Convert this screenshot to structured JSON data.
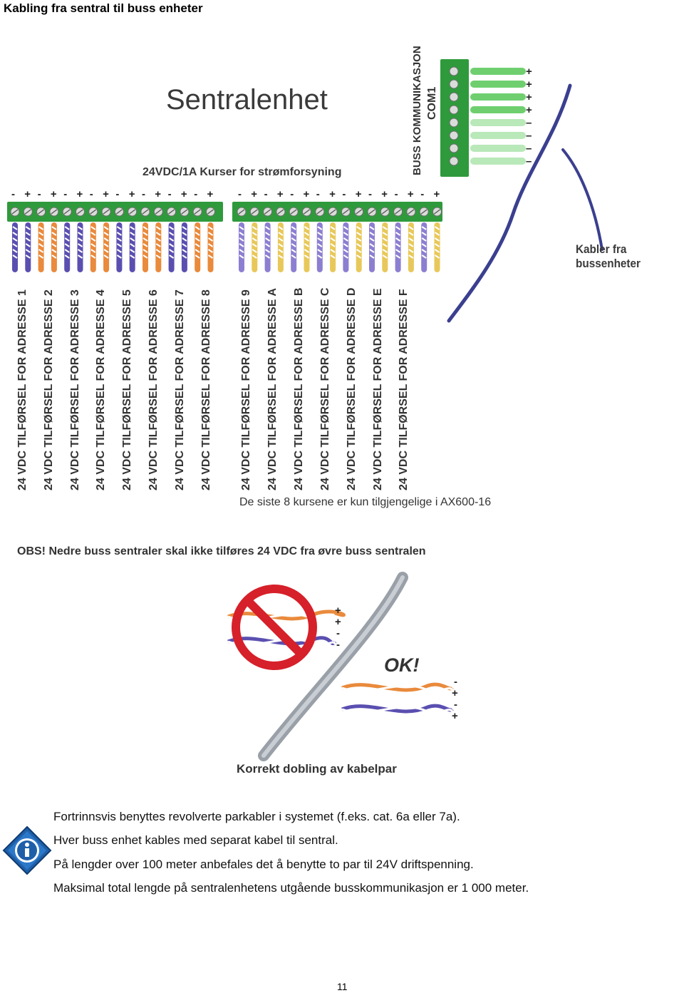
{
  "page": {
    "title": "Kabling fra sentral til buss enheter",
    "page_number": "11"
  },
  "diagram": {
    "central_title": "Sentralenhet",
    "power_label": "24VDC/1A Kurser for strømforsyning",
    "bus_label": "BUSS KOMMUNIKASJON",
    "com_label": "COM1",
    "cables_label": "Kabler fra bussenheter",
    "terminal_minus": "-",
    "terminal_plus": "+",
    "bus_terminal_signs": [
      "+",
      "+",
      "+",
      "+",
      "–",
      "–",
      "–",
      "–"
    ],
    "outputs": [
      "24 VDC TILFØRSEL FOR ADRESSE 1",
      "24 VDC TILFØRSEL FOR ADRESSE 2",
      "24 VDC TILFØRSEL FOR ADRESSE 3",
      "24 VDC TILFØRSEL FOR ADRESSE 4",
      "24 VDC TILFØRSEL FOR ADRESSE 5",
      "24 VDC TILFØRSEL FOR ADRESSE 6",
      "24 VDC TILFØRSEL FOR ADRESSE 7",
      "24 VDC TILFØRSEL FOR ADRESSE 8",
      "24 VDC TILFØRSEL FOR ADRESSE 9",
      "24 VDC TILFØRSEL FOR ADRESSE A",
      "24 VDC TILFØRSEL FOR ADRESSE B",
      "24 VDC TILFØRSEL FOR ADRESSE C",
      "24 VDC TILFØRSEL FOR ADRESSE D",
      "24 VDC TILFØRSEL FOR ADRESSE E",
      "24 VDC TILFØRSEL FOR ADRESSE F"
    ],
    "note_last8": "De siste 8 kursene er kun tilgjengelige i AX600-16",
    "obs_note": "OBS! Nedre buss sentraler skal ikke tilføres 24 VDC fra øvre buss sentralen",
    "bad_signs": [
      "+",
      "+",
      "-",
      "-"
    ],
    "ok_label": "OK!",
    "ok_signs": [
      "-",
      "+",
      "-",
      "+"
    ],
    "pair_caption": "Korrekt dobling av kabelpar"
  },
  "info": {
    "icon": "info-icon",
    "lines": [
      "Fortrinnsvis benyttes revolverte parkabler i systemet (f.eks. cat. 6a eller 7a).",
      "Hver buss enhet kables med separat kabel til sentral.",
      "På lengder over 100 meter anbefales det å benytte to par til 24V driftspenning.",
      "Maksimal total lengde på sentralenhetens utgående busskommunikasjon er 1 000 meter."
    ]
  },
  "colors": {
    "terminal_green": "#2f9a3c",
    "wire_orange": "#e98a3c",
    "wire_blue": "#5a4fb0",
    "cable_navy": "#3a3f8f",
    "forbidden_red": "#d6202a"
  }
}
